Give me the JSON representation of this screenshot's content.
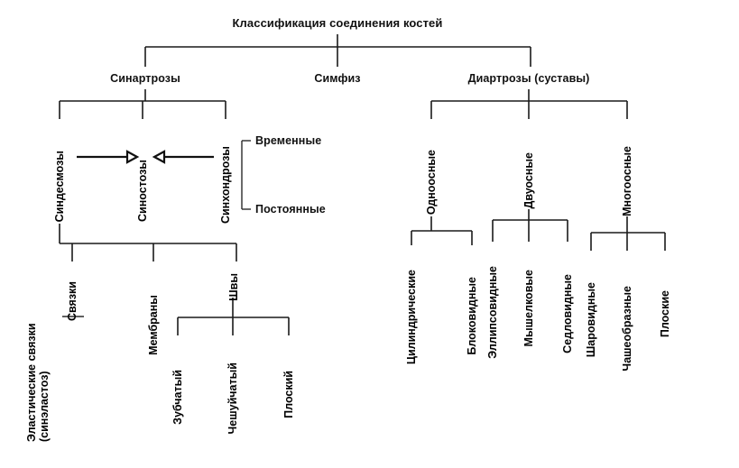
{
  "diagram": {
    "title": "Классификация соединения костей",
    "root_label": "Классификация соединения костей",
    "level1": [
      {
        "id": "synarthroses",
        "label": "Синартрозы"
      },
      {
        "id": "symphysis",
        "label": "Симфиз"
      },
      {
        "id": "diarthroses",
        "label": "Диартрозы (суставы)"
      }
    ],
    "synarthroses_children": [
      {
        "id": "syndesmoses",
        "label": "Синдесмозы"
      },
      {
        "id": "synostoses",
        "label": "Синостозы"
      },
      {
        "id": "synchondroses",
        "label": "Синхондрозы"
      }
    ],
    "synchondroses_children": [
      {
        "id": "temporary",
        "label": "Временные"
      },
      {
        "id": "permanent",
        "label": "Постоянные"
      }
    ],
    "syndesmoses_children": [
      {
        "id": "ligaments",
        "label": "Связки"
      },
      {
        "id": "membranes",
        "label": "Мембраны"
      },
      {
        "id": "sutures",
        "label": "Швы"
      }
    ],
    "ligaments_children": [
      {
        "id": "elastic-ligaments",
        "label": "Эластические связки (синэластоз)"
      }
    ],
    "sutures_children": [
      {
        "id": "serrate",
        "label": "Зубчатый"
      },
      {
        "id": "squamous",
        "label": "Чешуйчатый"
      },
      {
        "id": "flat-suture",
        "label": "Плоский"
      }
    ],
    "diarthroses_children": [
      {
        "id": "uniaxial",
        "label": "Одноосные"
      },
      {
        "id": "biaxial",
        "label": "Двуосные"
      },
      {
        "id": "multiaxial",
        "label": "Многоосные"
      }
    ],
    "uniaxial_children": [
      {
        "id": "cylindrical",
        "label": "Цилиндрические"
      },
      {
        "id": "trochlear",
        "label": "Блоковидные"
      }
    ],
    "biaxial_children": [
      {
        "id": "ellipsoid",
        "label": "Эллипсовидные"
      },
      {
        "id": "condylar",
        "label": "Мышелковые"
      },
      {
        "id": "saddle",
        "label": "Седловидные"
      }
    ],
    "multiaxial_children": [
      {
        "id": "spheroid",
        "label": "Шаровидные"
      },
      {
        "id": "cotyloid",
        "label": "Чашеобразные"
      },
      {
        "id": "plane",
        "label": "Плоские"
      }
    ],
    "colors": {
      "line": "#1a1a1a",
      "text": "#111111",
      "background": "#ffffff"
    }
  }
}
